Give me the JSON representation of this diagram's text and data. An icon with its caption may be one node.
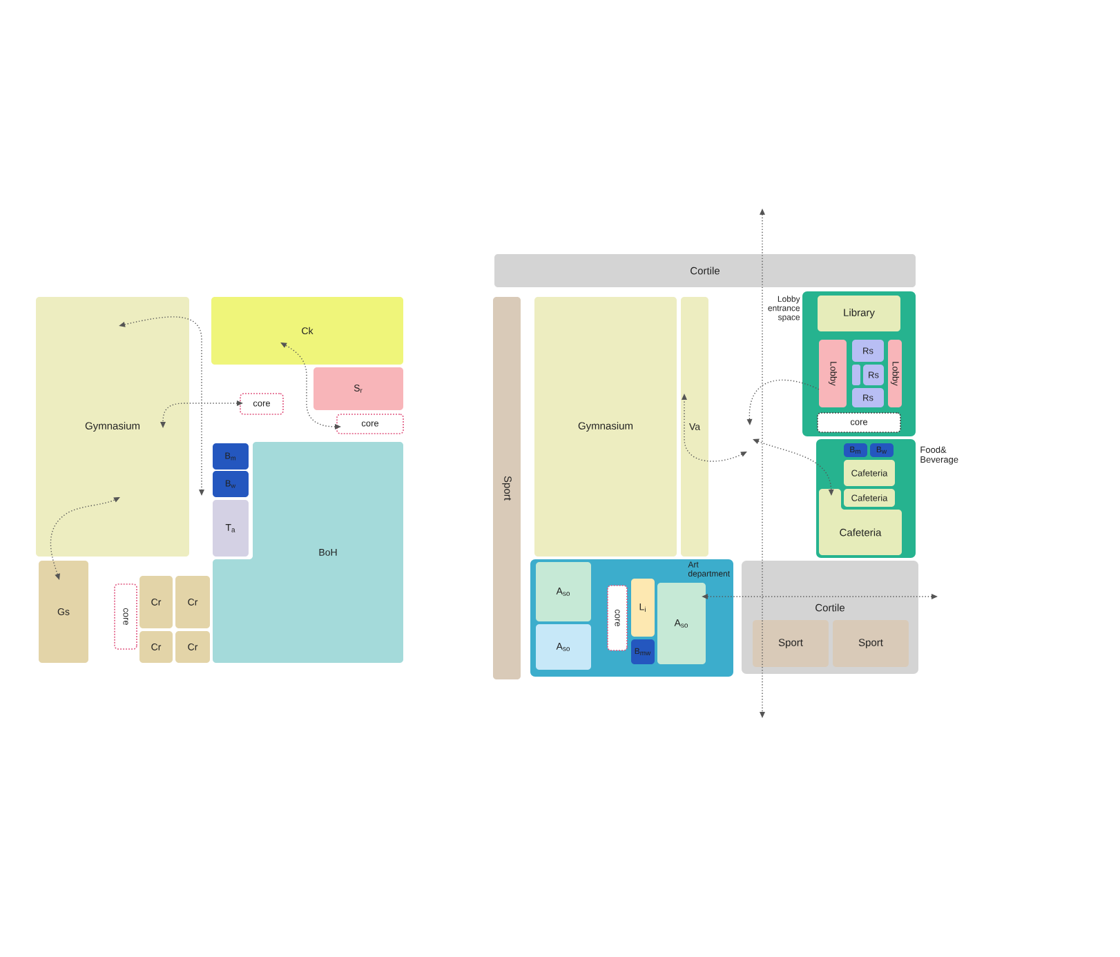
{
  "diagram": {
    "nodes": [
      {
        "text": [
          "Gymnasium"
        ]
      },
      {
        "text": [
          "Ck"
        ]
      },
      {
        "text": [
          "S$_{r}$"
        ]
      },
      {
        "text": [
          "core"
        ]
      },
      {
        "text": [
          "core"
        ]
      },
      {
        "text": [
          "B$_{m}$"
        ]
      },
      {
        "text": [
          "B$_{w}$"
        ]
      },
      {
        "text": [
          "T$_{a}$"
        ]
      },
      {
        "text": [
          "BoH"
        ]
      },
      {
        "text": [
          "Gs"
        ]
      },
      {
        "text": [
          "core"
        ]
      },
      {
        "text": [
          "Cr"
        ]
      },
      {
        "text": [
          "Cr"
        ]
      },
      {
        "text": [
          "Cr"
        ]
      },
      {
        "text": [
          "Cr"
        ]
      },
      {
        "text": [
          "Cortile"
        ]
      },
      {
        "text": [
          "Sport"
        ]
      },
      {
        "text": [
          "Gymnasium"
        ]
      },
      {
        "text": [
          "Va"
        ]
      },
      {
        "text": [
          "Lobby entrance space"
        ]
      },
      {
        "text": [
          "Library"
        ],
        "in": 19
      },
      {
        "text": [
          "Lobby"
        ],
        "in": 19
      },
      {
        "text": [
          "Rs"
        ],
        "in": 19
      },
      {
        "text": [],
        "shape": "box",
        "in": 19
      },
      {
        "text": [
          "Rs"
        ],
        "in": 19
      },
      {
        "text": [
          "Rs"
        ],
        "in": 19
      },
      {
        "text": [
          "Lobby"
        ],
        "in": 19
      },
      {
        "text": [
          "core"
        ],
        "in": 19
      },
      {
        "text": [
          "Food& Beverage"
        ]
      },
      {
        "text": [
          "B$_{m}$"
        ],
        "in": 28
      },
      {
        "text": [
          "B$_{w}$"
        ],
        "in": 28
      },
      {
        "text": [
          "Cafeteria"
        ],
        "in": 28
      },
      {
        "text": [
          "Cafeteria"
        ],
        "in": 28
      },
      {
        "text": [
          "Cafeteria"
        ],
        "in": 28
      },
      {
        "text": [
          "Art department"
        ]
      },
      {
        "text": [
          "A$_{so}$"
        ],
        "in": 34
      },
      {
        "text": [
          "A$_{so}$"
        ],
        "in": 34
      },
      {
        "text": [
          "core"
        ],
        "in": 34
      },
      {
        "text": [
          "L$_{i}$"
        ],
        "in": 34
      },
      {
        "text": [
          "B$_{mw}$"
        ],
        "in": 34
      },
      {
        "text": [
          "A$_{so}$"
        ],
        "in": 34
      },
      {
        "text": [
          "Cortile"
        ]
      },
      {
        "text": [
          "Sport"
        ],
        "in": 41
      },
      {
        "text": [
          "Sport"
        ],
        "in": 41
      }
    ],
    "edges": [
      {
        "from": 0,
        "to": 6,
        "arrow": "both"
      },
      {
        "from": 3,
        "to": 0,
        "arrow": "both"
      },
      {
        "from": 9,
        "to": 0,
        "arrow": "both"
      },
      {
        "from": 4,
        "to": 1,
        "arrow": "both"
      },
      {
        "from": 41,
        "to": 40,
        "arrow": "both"
      },
      {
        "from": 21,
        "to": null,
        "arrow": "to"
      },
      {
        "from": null,
        "to": 18,
        "arrow": "both"
      },
      {
        "from": null,
        "to": 33,
        "arrow": "both"
      }
    ]
  }
}
